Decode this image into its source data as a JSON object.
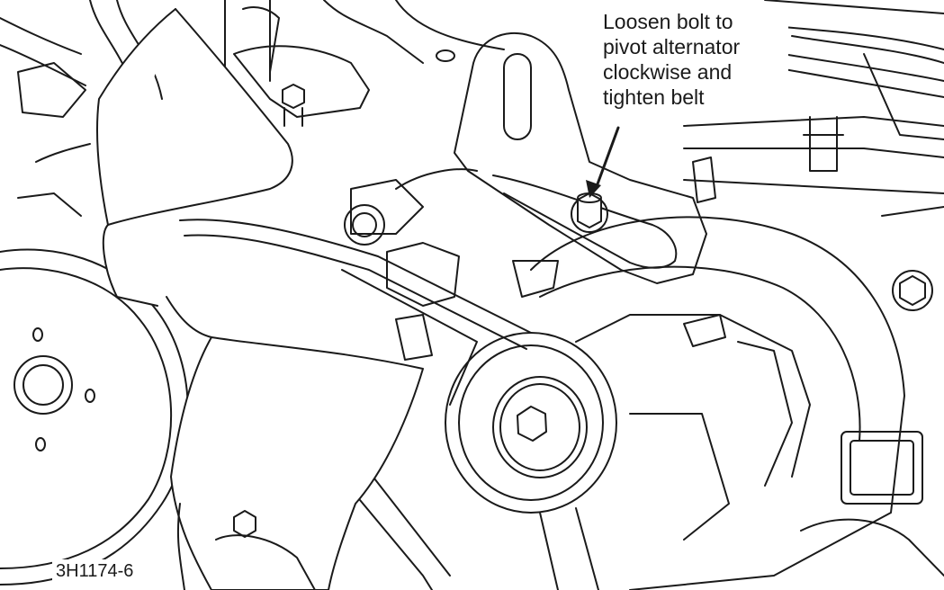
{
  "callout": {
    "lines": [
      "Loosen bolt to",
      "pivot alternator",
      "clockwise and",
      "tighten belt"
    ]
  },
  "figure_id": "3H1174-6",
  "colors": {
    "line": "#1a1a1a",
    "background": "#ffffff"
  }
}
